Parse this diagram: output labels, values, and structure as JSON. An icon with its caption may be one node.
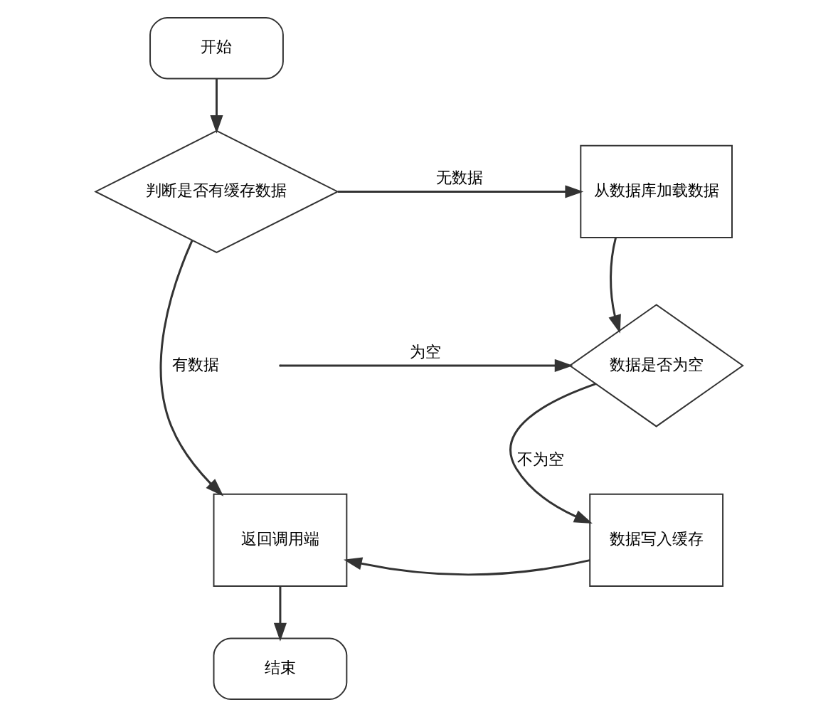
{
  "diagram": {
    "nodes": [
      {
        "text": [
          "开始"
        ]
      },
      {
        "text": [
          "判断是否有缓存数据"
        ]
      },
      {
        "text": [
          "从数据库加载数据"
        ]
      },
      {
        "text": [
          "数据是否为空"
        ]
      },
      {
        "text": [
          "返回调用端"
        ]
      },
      {
        "text": [
          "数据写入缓存"
        ]
      },
      {
        "text": [
          "结束"
        ]
      }
    ],
    "edges": [
      {
        "from": 0,
        "to": 1,
        "arrow": "to"
      },
      {
        "from": 1,
        "to": 2,
        "arrow": "to",
        "label": "无数据"
      },
      {
        "from": 2,
        "to": 3,
        "arrow": "to"
      },
      {
        "from": 1,
        "to": 4,
        "arrow": "to",
        "label": "有数据"
      },
      {
        "from": null,
        "to": 3,
        "arrow": "to",
        "label": "为空"
      },
      {
        "from": 3,
        "to": 5,
        "arrow": "to",
        "label": "不为空"
      },
      {
        "from": 5,
        "to": 4,
        "arrow": "to"
      },
      {
        "from": 4,
        "to": 6,
        "arrow": "to"
      }
    ]
  }
}
